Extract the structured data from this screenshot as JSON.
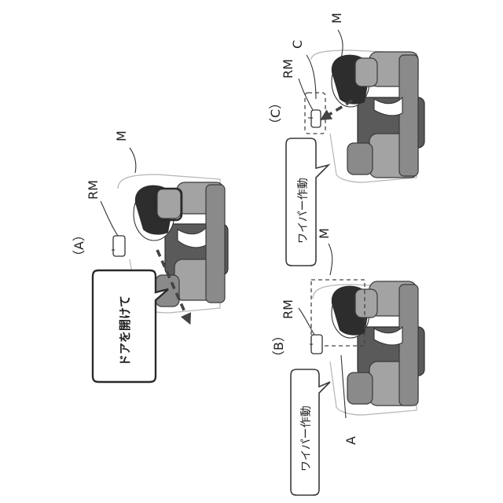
{
  "panel_a": {
    "label": "（A）",
    "rm_label": "RM",
    "m_label": "M",
    "bubble_text": "ドアを開けて"
  },
  "panel_b": {
    "label": "（B）",
    "rm_label": "RM",
    "m_label": "M",
    "a_label": "A",
    "bubble_text": "ワイパー作動"
  },
  "panel_c": {
    "label": "（C）",
    "rm_label": "RM",
    "m_label": "M",
    "c_label": "C",
    "bubble_text": "ワイパー作動"
  }
}
